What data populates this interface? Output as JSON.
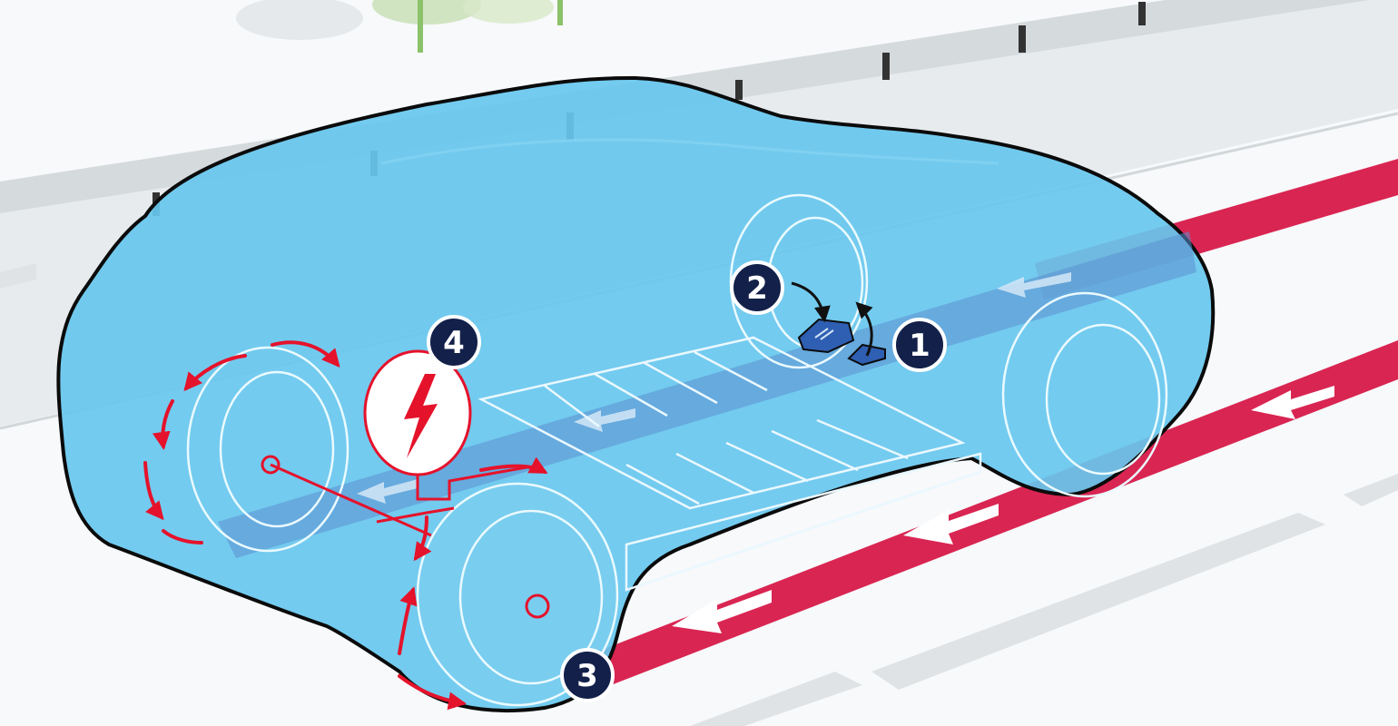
{
  "diagram": {
    "callouts": [
      {
        "id": "1",
        "label": "1"
      },
      {
        "id": "2",
        "label": "2"
      },
      {
        "id": "3",
        "label": "3"
      },
      {
        "id": "4",
        "label": "4"
      }
    ],
    "colors": {
      "background": "#ffffff",
      "road": "#f3f5f6",
      "sidewalk": "#e6eaec",
      "car_body": "#67c7ee",
      "car_outline": "#0b0b0b",
      "energy_path": "#d92552",
      "highlight_red": "#e5122b",
      "battery_band": "#5b8fcf",
      "badge_fill": "#13204a",
      "badge_text": "#ffffff",
      "wheel_line": "#eafaff",
      "pedal": "#2f5fb2"
    },
    "icons": [
      "lightning-icon",
      "brake-pedal-icon",
      "accelerator-pedal-icon",
      "rotation-arrow-icon",
      "flow-arrow-icon"
    ]
  }
}
